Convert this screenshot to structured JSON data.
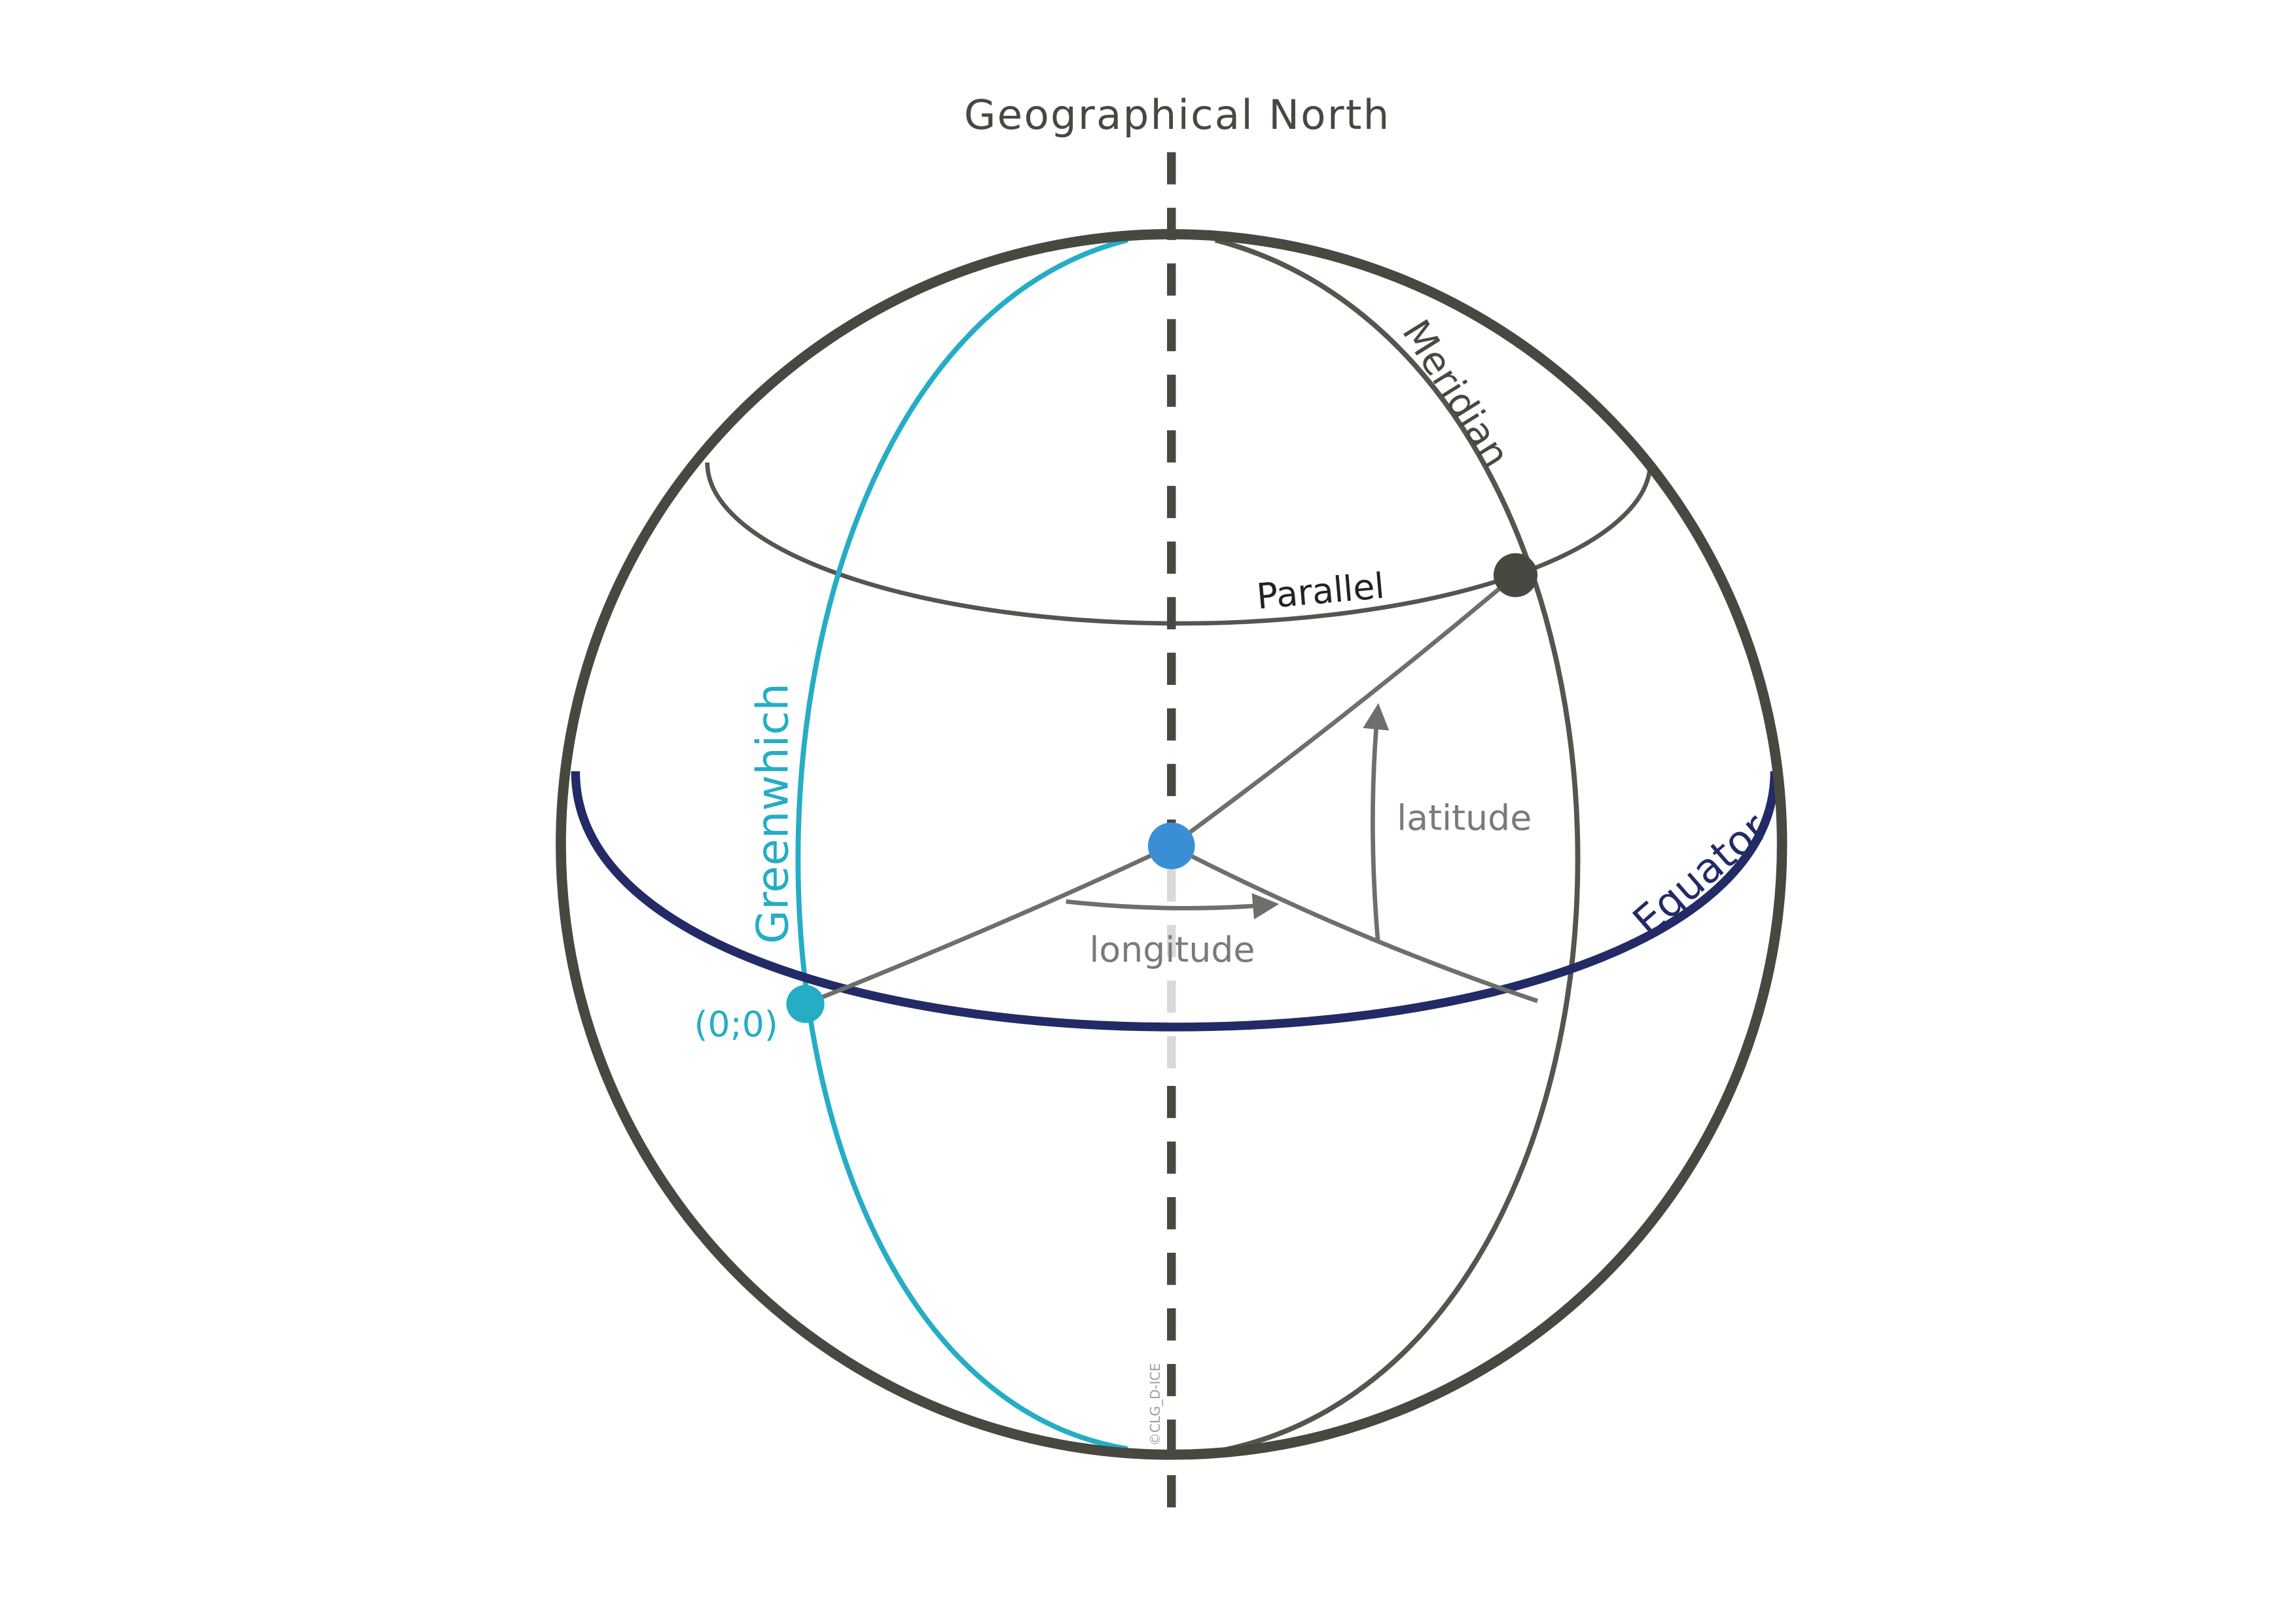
{
  "labels": {
    "north": "Geographical North",
    "meridian": "Meridian",
    "parallel": "Parallel",
    "greenwhich": "Greenwhich",
    "equator": "Equator",
    "latitude": "latitude",
    "longitude": "longitude",
    "origin": "(0;0)",
    "credit": "©CLG_D-ICE"
  },
  "colors": {
    "outline": "#484840",
    "greenwich": "#25adc5",
    "equator": "#222b66",
    "center_point": "#3a8fd4",
    "angle_line": "#6e6e6a",
    "axis_lower": "#d9d9d9"
  }
}
